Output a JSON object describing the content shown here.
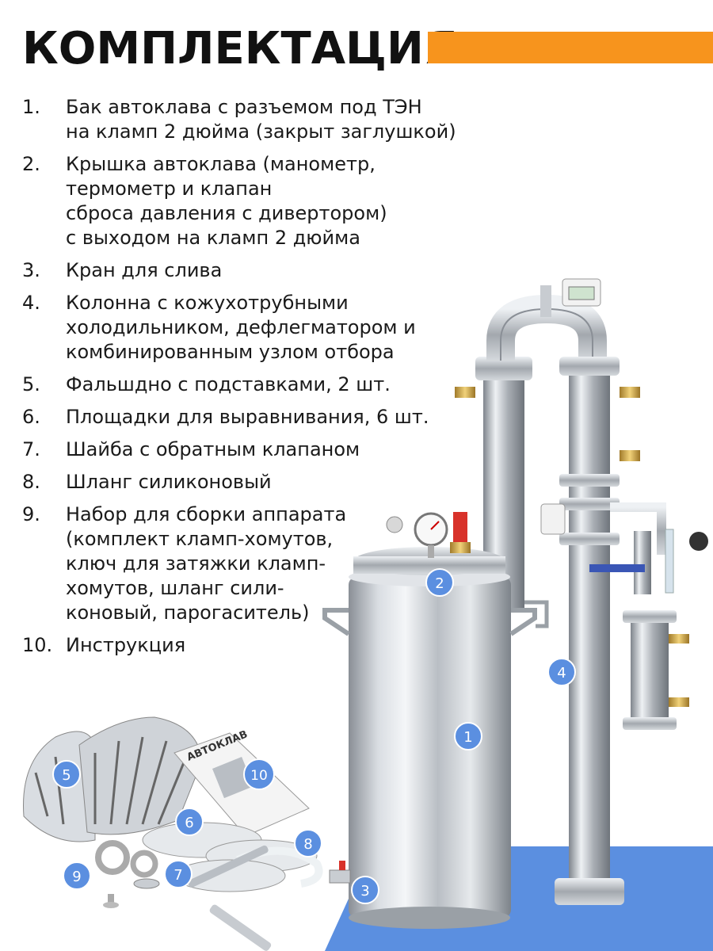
{
  "header": {
    "title": "КОМПЛЕКТАЦИЯ",
    "accent_color": "#f7941d"
  },
  "items": [
    {
      "num": "1.",
      "text": "Бак автоклава с разъемом под ТЭН\nна кламп 2 дюйма (закрыт заглушкой)"
    },
    {
      "num": "2.",
      "text": "Крышка автоклава (манометр, термометр и клапан\nсброса давления с дивертором)\nс выходом на кламп 2 дюйма"
    },
    {
      "num": "3.",
      "text": "Кран для слива"
    },
    {
      "num": "4.",
      "text": "Колонна с кожухотрубными\nхолодильником, дефлегматором и\nкомбинированным узлом отбора"
    },
    {
      "num": "5.",
      "text": "Фальшдно с подставками, 2 шт."
    },
    {
      "num": "6.",
      "text": "Площадки для выравнивания, 6 шт."
    },
    {
      "num": "7.",
      "text": "Шайба с обратным клапаном"
    },
    {
      "num": "8.",
      "text": "Шланг силиконовый"
    },
    {
      "num": "9.",
      "text": "Набор для сборки аппарата\n(комплект кламп-хомутов,\nключ для затяжки кламп-\nхомутов, шланг сили-\nконовый, парогаситель)"
    },
    {
      "num": "10.",
      "text": "Инструкция"
    }
  ],
  "badges": [
    "1",
    "2",
    "3",
    "4",
    "5",
    "6",
    "7",
    "8",
    "9",
    "10"
  ],
  "manual_cover": "АВТОКЛАВ",
  "badge_color": "#5b8fe0",
  "floor_color": "#5b8fe0"
}
